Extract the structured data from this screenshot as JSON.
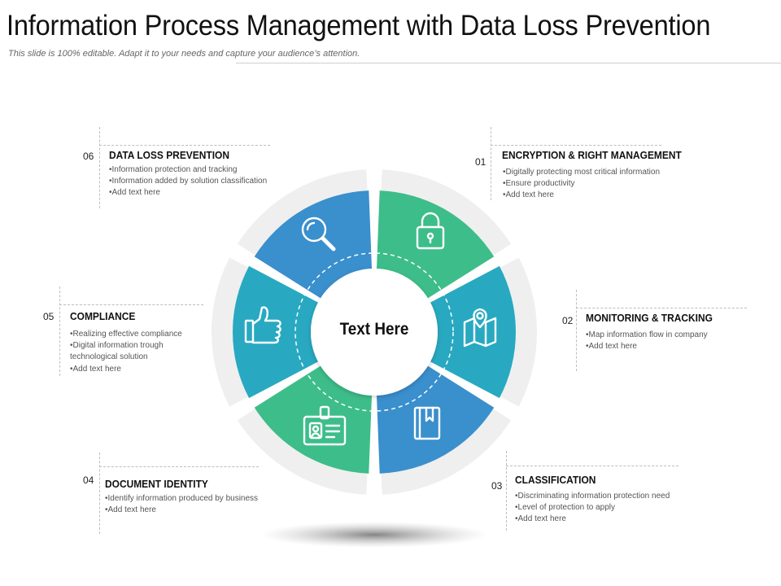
{
  "page": {
    "title": "Information Process Management with Data Loss Prevention",
    "subtitle": "This slide is 100% editable. Adapt it to your needs and capture your audience’s attention."
  },
  "center": {
    "label": "Text Here"
  },
  "colors": {
    "green": "#3dbd8a",
    "teal": "#28a9c1",
    "blue": "#3a8fcd",
    "ring": "#efefef"
  },
  "segments": [
    {
      "num": "01",
      "icon": "padlock-icon",
      "heading": "ENCRYPTION & RIGHT MANAGEMENT",
      "bullets": [
        "•Digitally  protecting most critical  information",
        "•Ensure productivity",
        "•Add text here"
      ]
    },
    {
      "num": "02",
      "icon": "map-pin-icon",
      "heading": "MONITORING & TRACKING",
      "bullets": [
        "•Map information  flow in company",
        "•Add text here"
      ]
    },
    {
      "num": "03",
      "icon": "book-icon",
      "heading": "CLASSIFICATION",
      "bullets": [
        "•Discriminating  information  protection need",
        "•Level of protection  to apply",
        "•Add text here"
      ]
    },
    {
      "num": "04",
      "icon": "id-card-icon",
      "heading": "DOCUMENT IDENTITY",
      "bullets": [
        "•Identify information  produced by business",
        "•Add text here"
      ]
    },
    {
      "num": "05",
      "icon": "thumbs-up-icon",
      "heading": "COMPLIANCE",
      "bullets": [
        "•Realizing  effective  compliance",
        "•Digital  information  trough",
        "  technological  solution",
        "•Add text here"
      ]
    },
    {
      "num": "06",
      "icon": "magnifier-icon",
      "heading": "DATA LOSS PREVENTION",
      "bullets": [
        "•Information  protection  and tracking",
        "•Information  added by solution  classification",
        "•Add text here"
      ]
    }
  ]
}
